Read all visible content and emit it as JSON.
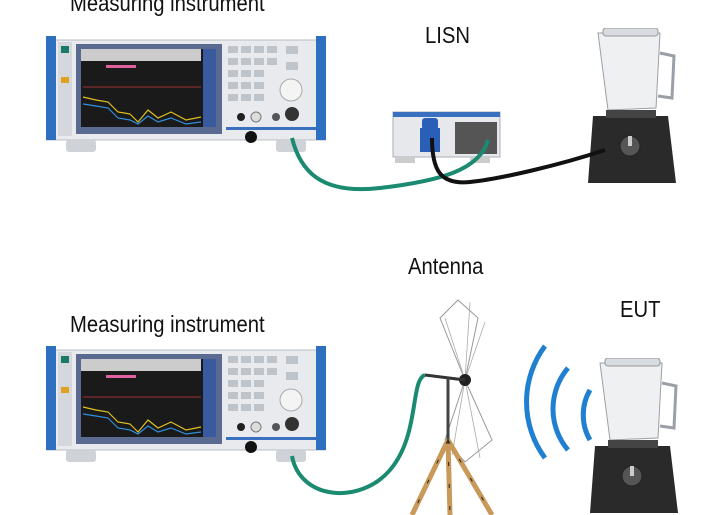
{
  "labels": {
    "top_instrument": "Measuring instrument",
    "lisn": "LISN",
    "antenna": "Antenna",
    "bottom_instrument": "Measuring instrument",
    "eut": "EUT"
  },
  "colors": {
    "cable_green": "#1a8a70",
    "cable_black": "#111111",
    "wave_blue": "#1f7fd0",
    "instrument_blue": "#2f6fc0"
  }
}
